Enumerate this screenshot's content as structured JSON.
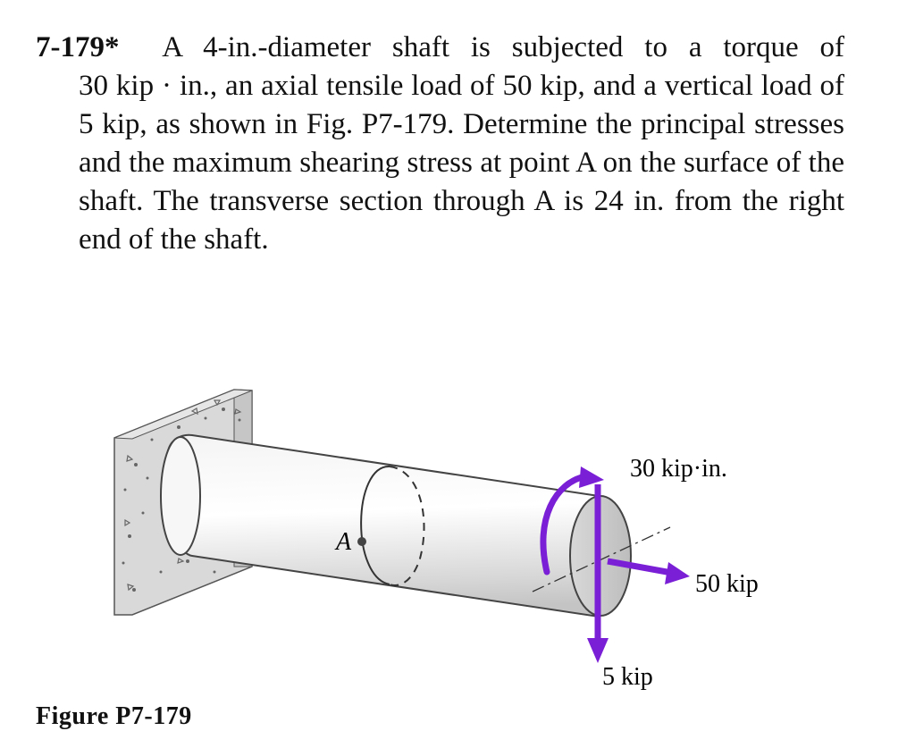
{
  "problem": {
    "number": "7-179*",
    "lines": [
      "A 4-in.-diameter shaft is subjected to a torque of",
      "30 kip · in., an axial tensile load of 50 kip, and a vertical load of",
      "5 kip, as shown in Fig. P7-179. Determine the principal stresses",
      "and the maximum shearing stress at point A on the surface of the",
      "shaft. The transverse section through A is 24 in. from the right",
      "end of the shaft."
    ]
  },
  "figure": {
    "point_label": "A",
    "torque_label": "30 kip·in.",
    "axial_label": "50 kip",
    "vertical_label": "5 kip",
    "arrow_color": "#7a1fd6",
    "caption": "Figure P7-179"
  }
}
